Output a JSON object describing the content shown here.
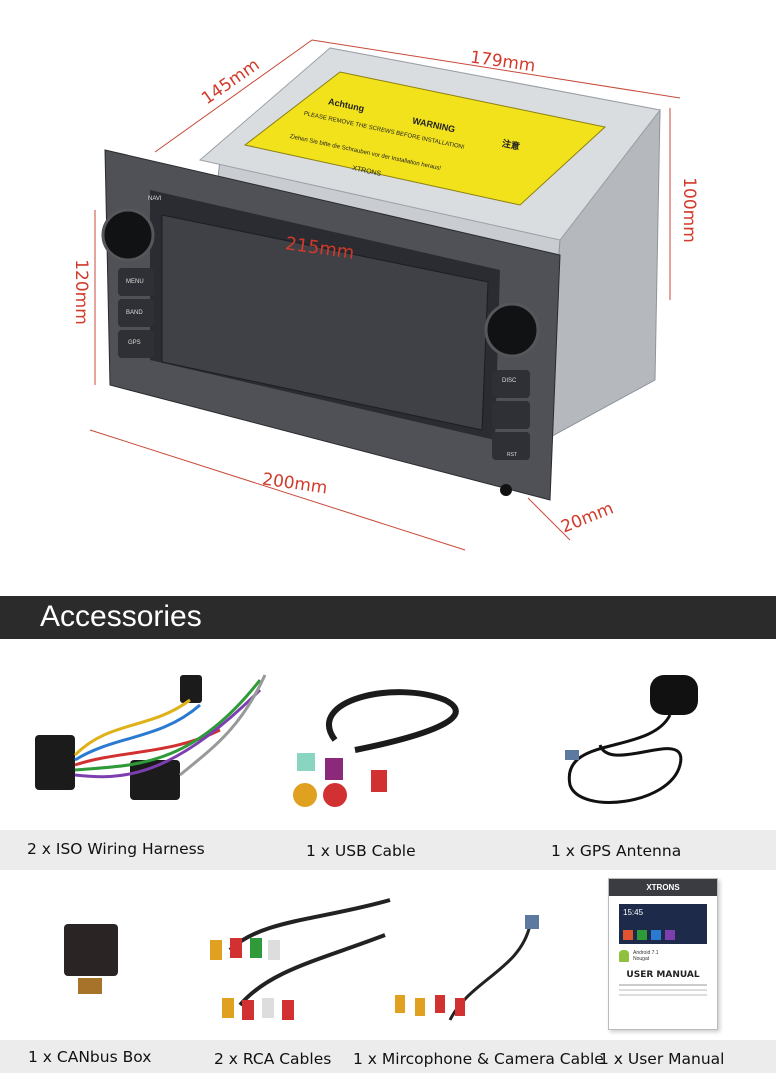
{
  "dimensions": {
    "depth": "145mm",
    "width_top": "179mm",
    "height_right": "100mm",
    "height_left": "120mm",
    "screen_diagonal": "215mm",
    "width_bottom": "200mm",
    "face_depth": "20mm"
  },
  "device": {
    "sticker_headers": [
      "Achtung",
      "WARNING",
      "注意"
    ],
    "sticker_line_en": "PLEASE REMOVE THE SCREWS BEFORE INSTALLATION!",
    "sticker_line_de": "Ziehen Sie bitte die Schrauben vor der Installation heraus!",
    "brand": "XTRONS",
    "buttons_left": [
      "NAVI",
      "MENU",
      "BAND",
      "GPS"
    ],
    "buttons_right": [
      "DISC",
      "RST"
    ]
  },
  "accessories": {
    "heading": "Accessories",
    "items": [
      {
        "label": "2 x ISO Wiring Harness"
      },
      {
        "label": "1 x USB Cable"
      },
      {
        "label": "1 x GPS Antenna"
      },
      {
        "label": "1 x CANbus Box"
      },
      {
        "label": "2 x RCA Cables"
      },
      {
        "label": "1 x Mircophone & Camera Cable"
      },
      {
        "label": "1 x User Manual"
      }
    ],
    "manual": {
      "brand": "XTRONS",
      "time": "15:45",
      "android": "Android 7.1",
      "android_name": "Nougat",
      "title": "USER MANUAL"
    }
  },
  "colors": {
    "dimension_red": "#d23a2a",
    "bar_dark": "#2b2b2b",
    "caption_band": "#ececec"
  }
}
